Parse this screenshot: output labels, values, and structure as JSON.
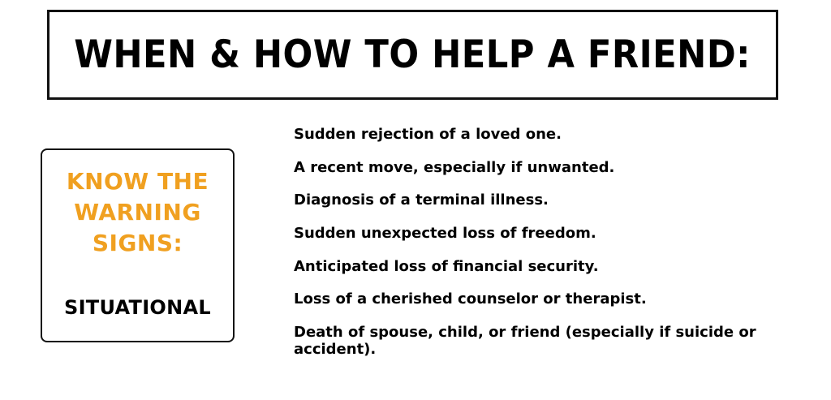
{
  "title": "WHEN & HOW TO HELP A FRIEND:",
  "signs_box": {
    "heading_lines": [
      "KNOW THE",
      "WARNING",
      "SIGNS:"
    ],
    "category": "SITUATIONAL",
    "accent_color": "#f0a020"
  },
  "situational_signs": [
    "Sudden rejection of a loved one.",
    "A recent move, especially if unwanted.",
    "Diagnosis of a terminal illness.",
    "Sudden unexpected loss of freedom.",
    "Anticipated loss of financial security.",
    "Loss of a cherished counselor or therapist.",
    "Death of spouse, child, or friend (especially if suicide or accident)."
  ]
}
